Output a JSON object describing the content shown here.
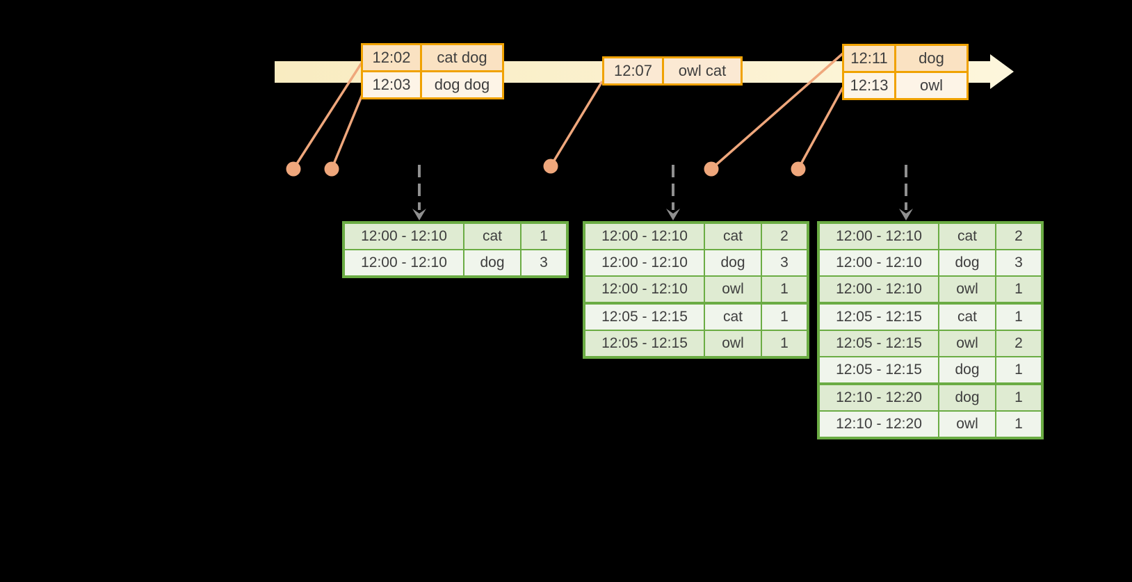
{
  "timeline": {
    "event_tables": [
      {
        "rows": [
          {
            "time": "12:02",
            "words": "cat dog"
          },
          {
            "time": "12:03",
            "words": "dog dog"
          }
        ]
      },
      {
        "rows": [
          {
            "time": "12:07",
            "words": "owl cat"
          }
        ]
      },
      {
        "rows": [
          {
            "time": "12:11",
            "words": "dog"
          },
          {
            "time": "12:13",
            "words": "owl"
          }
        ]
      }
    ]
  },
  "result_tables": [
    {
      "rows": [
        {
          "window": "12:00 - 12:10",
          "word": "cat",
          "count": "1"
        },
        {
          "window": "12:00 - 12:10",
          "word": "dog",
          "count": "3"
        }
      ]
    },
    {
      "rows": [
        {
          "window": "12:00 - 12:10",
          "word": "cat",
          "count": "2"
        },
        {
          "window": "12:00 - 12:10",
          "word": "dog",
          "count": "3"
        },
        {
          "window": "12:00 - 12:10",
          "word": "owl",
          "count": "1"
        },
        {
          "window": "12:05 - 12:15",
          "word": "cat",
          "count": "1"
        },
        {
          "window": "12:05 - 12:15",
          "word": "owl",
          "count": "1"
        }
      ]
    },
    {
      "rows": [
        {
          "window": "12:00 - 12:10",
          "word": "cat",
          "count": "2"
        },
        {
          "window": "12:00 - 12:10",
          "word": "dog",
          "count": "3"
        },
        {
          "window": "12:00 - 12:10",
          "word": "owl",
          "count": "1"
        },
        {
          "window": "12:05 - 12:15",
          "word": "cat",
          "count": "1"
        },
        {
          "window": "12:05 - 12:15",
          "word": "owl",
          "count": "2"
        },
        {
          "window": "12:05 - 12:15",
          "word": "dog",
          "count": "1"
        },
        {
          "window": "12:10 - 12:20",
          "word": "dog",
          "count": "1"
        },
        {
          "window": "12:10 - 12:20",
          "word": "owl",
          "count": "1"
        }
      ]
    }
  ],
  "colors": {
    "background": "#000000",
    "timeline_band_start": "#F9ECC1",
    "timeline_band_end": "#FDF6DC",
    "event_table_border": "#F0A202",
    "event_row_dark": "#FAE2C2",
    "event_row_light": "#FDF4E7",
    "event_row_single": "#FBE9D3",
    "marker_orange": "#EFA77C",
    "result_table_border": "#6BAC44",
    "result_row_sage": "#DFEBD2",
    "result_row_pale": "#F0F5EC",
    "trigger_arrow_gray": "#909090",
    "text": "#3E3E3E"
  }
}
